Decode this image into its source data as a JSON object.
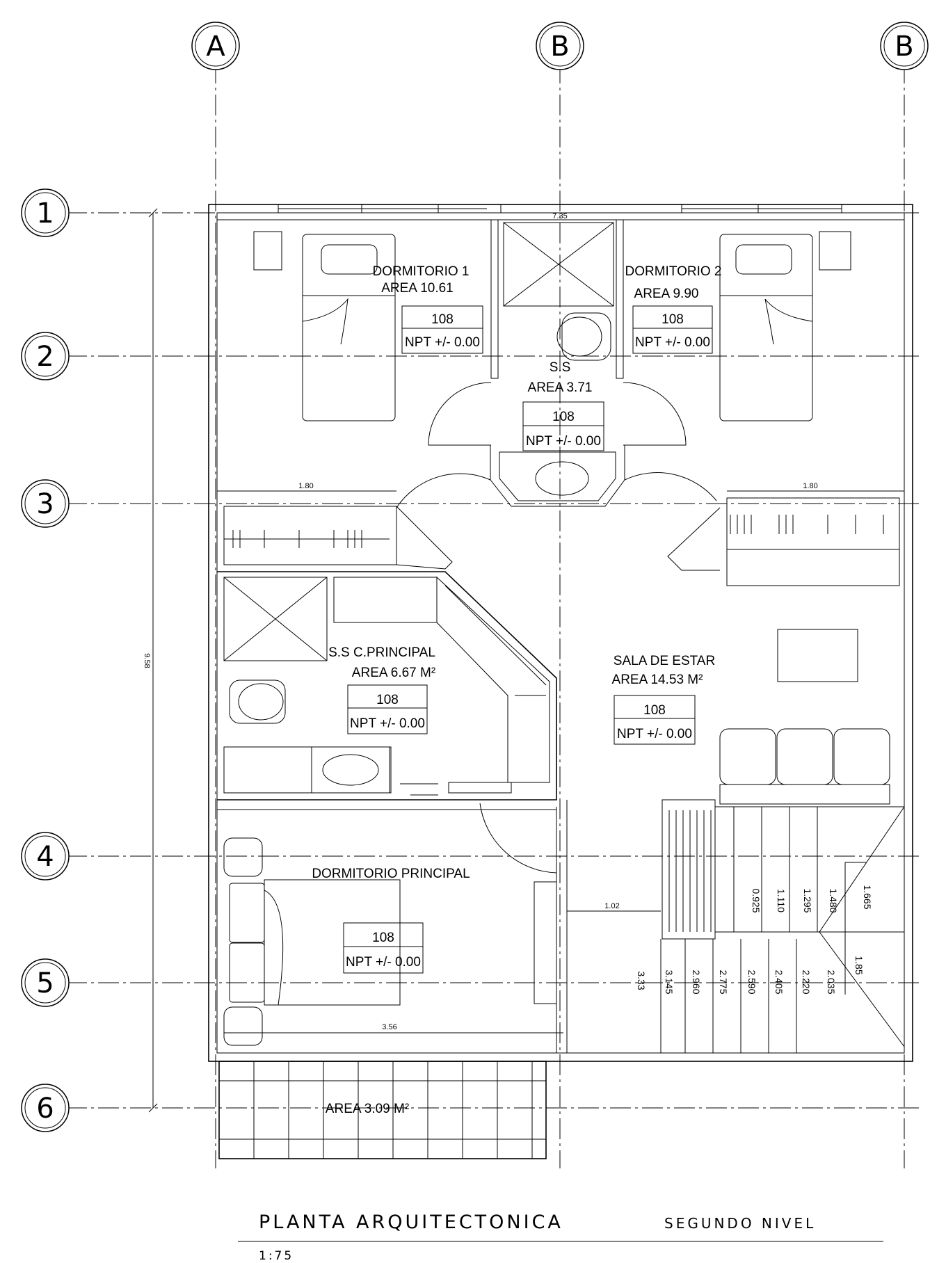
{
  "axes_columns": [
    "A",
    "B",
    "B"
  ],
  "axes_rows": [
    "1",
    "2",
    "3",
    "4",
    "5",
    "6"
  ],
  "rooms": {
    "dorm1": {
      "name": "DORMITORIO 1",
      "area": "AREA 10.61",
      "code": "108",
      "npt": "NPT +/- 0.00"
    },
    "dorm2": {
      "name": "DORMITORIO 2",
      "area": "AREA 9.90",
      "code": "108",
      "npt": "NPT +/- 0.00"
    },
    "ss": {
      "name": "S.S",
      "area": "AREA 3.71",
      "code": "108",
      "npt": "NPT +/- 0.00"
    },
    "ss_principal": {
      "name": "S.S C.PRINCIPAL",
      "area": "AREA 6.67 M²",
      "code": "108",
      "npt": "NPT +/- 0.00"
    },
    "sala": {
      "name": "SALA DE ESTAR",
      "area": "AREA 14.53 M²",
      "code": "108",
      "npt": "NPT +/- 0.00"
    },
    "dorm_principal": {
      "name": "DORMITORIO PRINCIPAL",
      "code": "108",
      "npt": "NPT +/- 0.00"
    },
    "balcony": {
      "area": "AREA 3.09 M²"
    }
  },
  "dimensions": {
    "top": "7.35",
    "left": "9.58",
    "closet_left": "1.80",
    "closet_right": "1.80",
    "hall": "1.02",
    "bottom": "3.56"
  },
  "stair_heights_upper": [
    "0.925",
    "1.110",
    "1.295",
    "1.480",
    "1.665"
  ],
  "stair_heights_lower": [
    "3.33",
    "3.145",
    "2.960",
    "2.775",
    "2.590",
    "2.405",
    "2.220",
    "2.035",
    "1.85"
  ],
  "title": {
    "main": "PLANTA ARQUITECTONICA",
    "sub": "SEGUNDO NIVEL",
    "scale": "1:75"
  }
}
